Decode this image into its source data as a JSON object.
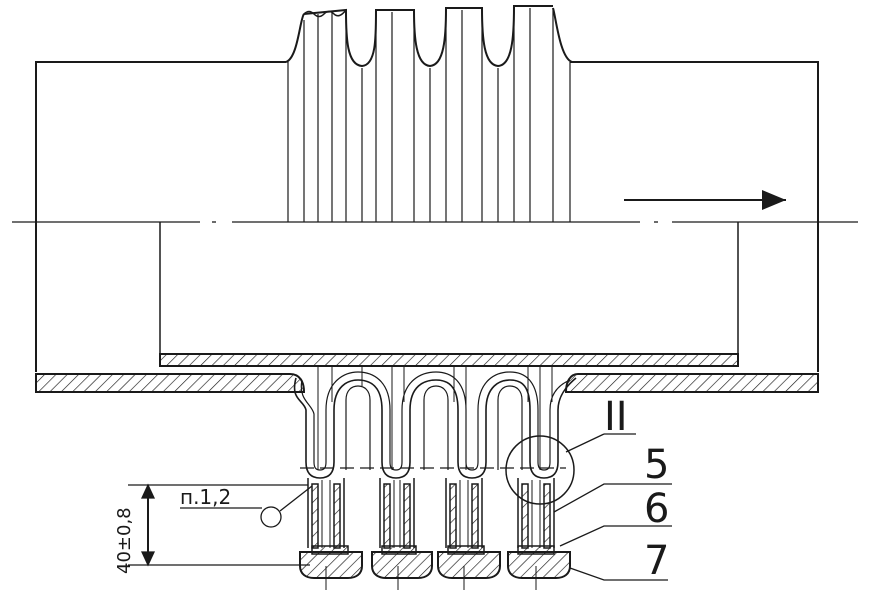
{
  "labels": {
    "detail_view": "II",
    "callout_5": "5",
    "callout_6": "6",
    "callout_7": "7",
    "note_ref": "п.1,2",
    "dimension": "40±0,8"
  },
  "colors": {
    "line": "#1a1a1a",
    "background": "#ffffff"
  }
}
